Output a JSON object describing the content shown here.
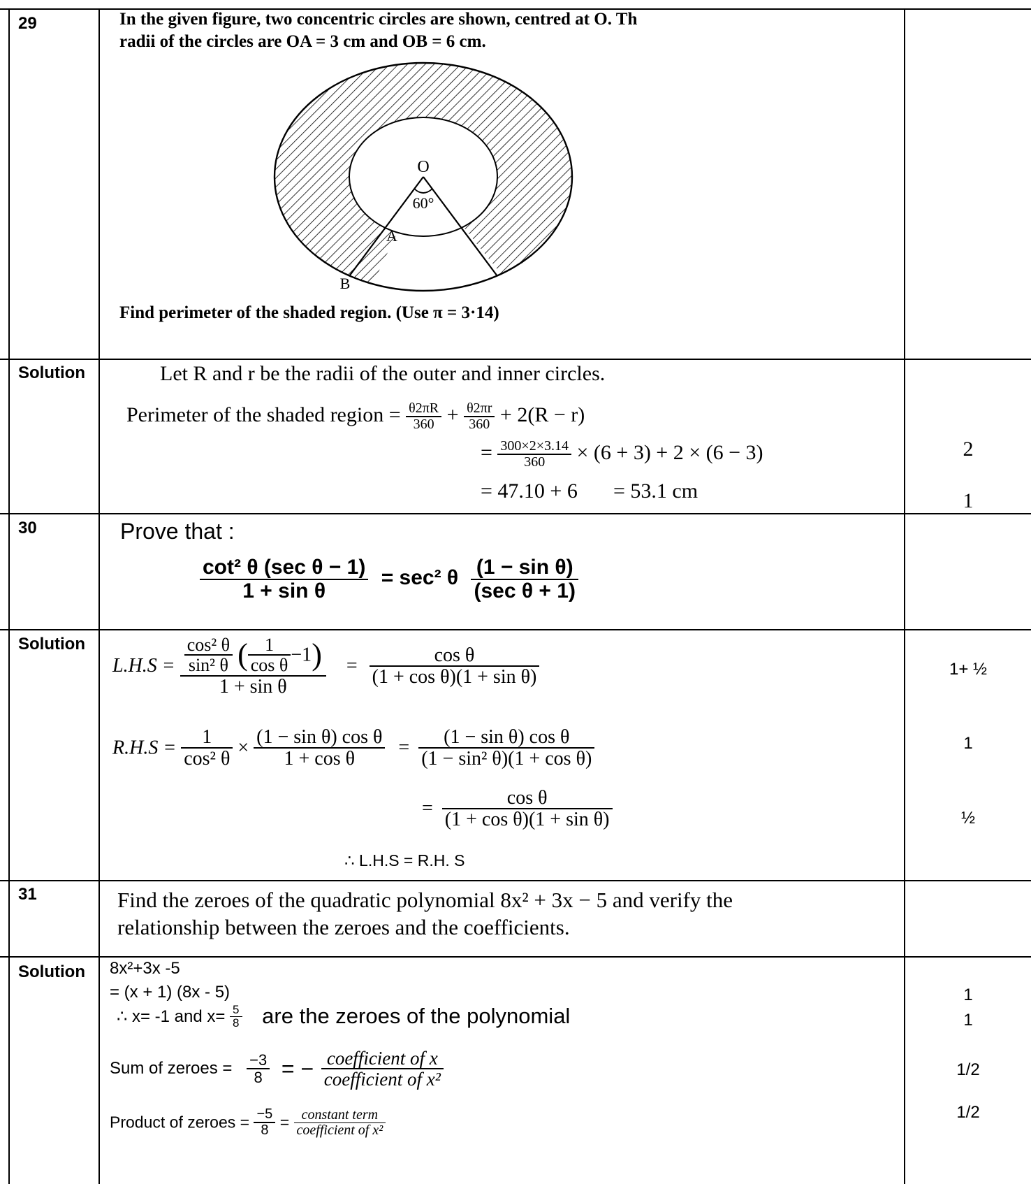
{
  "rows": {
    "q29": {
      "label": "29",
      "question_line1": "In the given figure, two concentric circles are shown, centred at O. Th",
      "question_line2": "radii of the circles are OA = 3 cm and OB = 6 cm.",
      "figure_labels": {
        "center": "O",
        "angle": "60°",
        "point_a": "A",
        "point_b": "B"
      },
      "question_find": "Find perimeter of the shaded region. (Use π = 3·14)"
    },
    "s29": {
      "label": "Solution",
      "line1": "Let R and r be the radii of the outer and inner circles.",
      "line2_prefix": "Perimeter of the shaded region =",
      "frac1_num": "θ2πR",
      "frac1_den": "360",
      "plus": "+",
      "frac2_num": "θ2πr",
      "frac2_den": "360",
      "line2_suffix": "+ 2(R − r)",
      "line3_eq": "=",
      "frac3_num": "300×2×3.14",
      "frac3_den": "360",
      "line3_suffix": "× (6 + 3) + 2 × (6 − 3)",
      "line4": "= 47.10 + 6",
      "line4_result": "= 53.1 cm",
      "mark1": "2",
      "mark2": "1"
    },
    "q30": {
      "label": "30",
      "prove": "Prove that :",
      "lhs_num": "cot² θ (sec θ − 1)",
      "lhs_den": "1 + sin θ",
      "equals": "= sec² θ",
      "rhs_num": "(1 − sin θ)",
      "rhs_den": "(sec θ + 1)"
    },
    "s30": {
      "label": "Solution",
      "lhs_label": "L.H.S =",
      "inner_num": "cos² θ",
      "inner_den": "sin² θ",
      "paren_num": "1",
      "paren_den": "cos θ",
      "paren_minus": "−1",
      "big_den": "1 + sin θ",
      "eq1": "=",
      "res1_num": "cos θ",
      "res1_den": "(1 + cos θ)(1 + sin θ)",
      "rhs_label": "R.H.S =",
      "r1_num": "1",
      "r1_den": "cos² θ",
      "times": "×",
      "r2_num": "(1 − sin θ) cos θ",
      "r2_den": "1 + cos θ",
      "eq2": "=",
      "r3_num": "(1 − sin θ) cos θ",
      "r3_den": "(1 − sin² θ)(1 + cos θ)",
      "eq3": "=",
      "r4_num": "cos θ",
      "r4_den": "(1 + cos θ)(1 + sin θ)",
      "therefore": "∴  L.H.S = R.H. S",
      "mark1": "1+ ½",
      "mark2": "1",
      "mark3": "½"
    },
    "q31": {
      "label": "31",
      "line1": "Find the zeroes of the quadratic polynomial 8x² + 3x − 5 and verify the",
      "line2": "relationship between the zeroes and the coefficients."
    },
    "s31": {
      "label": "Solution",
      "line1": "8x²+3x -5",
      "line2": "= (x + 1) (8x - 5)",
      "line3_prefix": "∴ x= -1 and x=",
      "frac_num": "5",
      "frac_den": "8",
      "line3_suffix": "are the zeroes of the polynomial",
      "sum_label": "Sum of zeroes =",
      "sum_num": "−3",
      "sum_den": "8",
      "sum_eq": "= −",
      "sum_coef_num": "coefficient  of  x",
      "sum_coef_den": "coefficient  of  x²",
      "prod_label": "Product of zeroes =",
      "prod_num": "−5",
      "prod_den": "8",
      "prod_eq": "=",
      "prod_coef_num": "constant term",
      "prod_coef_den": "coefficient of x²",
      "mark1": "1",
      "mark2": "1",
      "mark3": "1/2",
      "mark4": "1/2"
    }
  }
}
